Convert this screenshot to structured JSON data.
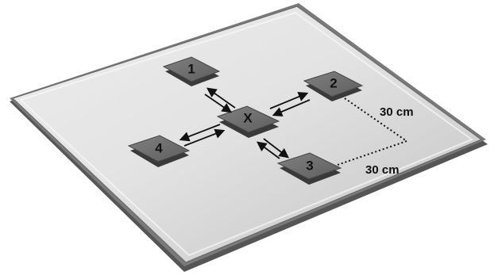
{
  "tiles": {
    "center": {
      "label": "X"
    },
    "t1": {
      "label": "1"
    },
    "t2": {
      "label": "2"
    },
    "t3": {
      "label": "3"
    },
    "t4": {
      "label": "4"
    }
  },
  "dimensions": {
    "vertical": "30 cm",
    "horizontal": "30 cm"
  },
  "colors": {
    "plate_light": "#f2f2f2",
    "plate_mid": "#cfcfcf",
    "plate_edge": "#4a4a4a",
    "tile_top": "#6f6f6f",
    "tile_side": "#3a3a3a",
    "arrow": "#111111"
  }
}
